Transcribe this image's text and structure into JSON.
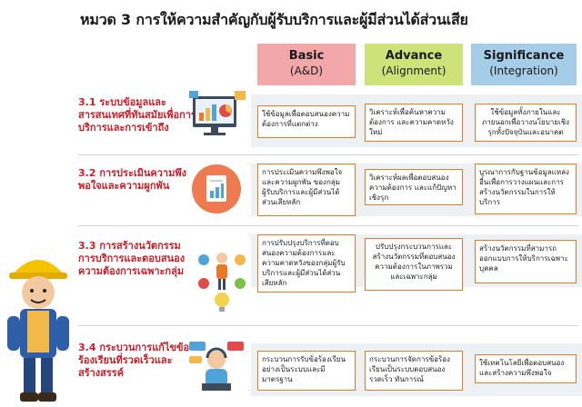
{
  "title": "หมวด 3 การให้ความสำคัญกับผู้รับบริการและผู้มีส่วนได้ส่วนเสีย",
  "columns": [
    {
      "label": "Basic",
      "sub": "(A&D)"
    },
    {
      "label": "Advance",
      "sub": "(Alignment)"
    },
    {
      "label": "Significance",
      "sub": "(Integration)"
    }
  ],
  "rows": [
    {
      "label": "3.1 ระบบข้อมูลและสารสนเทศที่ทันสมัยเพื่อการบริการและการเข้าถึง",
      "cells": [
        "ใช้ข้อมูลเพื่อตอบสนองความต้องการที่แตกต่าง",
        "วิเคราะห์เพื่อค้นหาความต้องการ และความคาดหวังใหม่",
        "ใช้ข้อมูลทั้งภายในและภายนอกเพื่อวางนโยบายเชิงรุกทั้งปัจจุบันและอนาคต"
      ]
    },
    {
      "label": "3.2 การประเมินความพึงพอใจและความผูกพัน",
      "cells": [
        "การประเมินความพึงพอใจและความผูกพัน ของกลุ่มผู้รับบริการและผู้มีส่วนได้ส่วนเสียหลัก",
        "วิเคราะห์ผลเพื่อตอบสนองความต้องการ และแก้ปัญหาเชิงรุก",
        "บูรณาการกับฐานข้อมูลแหล่งอื่นเพื่อการวางแผนและการสร้างนวัตกรรมในการให้บริการ"
      ]
    },
    {
      "label": "3.3 การสร้างนวัตกรรมการบริการและตอบสนองความต้องการเฉพาะกลุ่ม",
      "cells": [
        "การปรับปรุงบริการที่ตอบสนองความต้องการและความคาดหวังของกลุ่มผู้รับบริการและผู้มีส่วนได้ส่วนเสียหลัก",
        "ปรับปรุงกระบวนการและสร้างนวัตกรรมที่ตอบสนองความต้องการในภาพรวมและเฉพาะกลุ่ม",
        "สร้างนวัตกรรมที่สามารถออกแบบการให้บริการเฉพาะบุคคล"
      ]
    },
    {
      "label": "3.4 กระบวนการแก้ไขข้อร้องเรียนที่รวดเร็วและสร้างสรรค์",
      "cells": [
        "กระบวนการรับข้อร้องเรียนอย่างเป็นระบบและมีมาตรฐาน",
        "กระบวนการจัดการข้อร้องเรียนเป็นระบบตอบสนองรวดเร็ว ทันการณ์",
        "ใช้เทคโนโลยีเพื่อตอบสนองและสร้างความพึงพอใจ"
      ]
    }
  ],
  "icons": [
    "computer-analytics-icon",
    "report-document-icon",
    "innovation-person-icon",
    "call-center-agent-icon",
    "engineer-mascot-icon"
  ],
  "colors": {
    "title": "#1a1a1a",
    "row_label": "#c8202a",
    "basic": "#f2a7a9",
    "advance": "#cfe27a",
    "significance": "#a6cde8",
    "cell_border": "#e8782a"
  }
}
